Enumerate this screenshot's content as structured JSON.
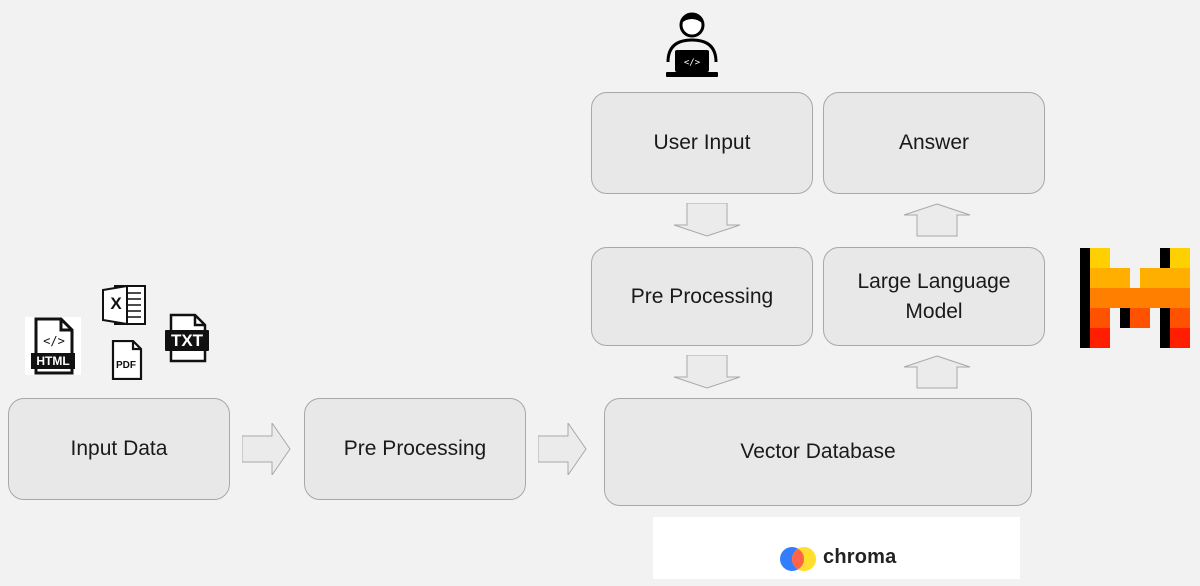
{
  "nodes": {
    "input_data": "Input Data",
    "pre_processing_left": "Pre Processing",
    "vector_database": "Vector Database",
    "user_input": "User Input",
    "pre_processing_right": "Pre Processing",
    "answer": "Answer",
    "llm": "Large Language\nModel"
  },
  "logos": {
    "chroma": "chroma"
  },
  "file_icons": {
    "html": "HTML",
    "xlsx": "X",
    "pdf": "PDF",
    "txt": "TXT"
  },
  "icons": [
    "developer-user-icon",
    "html-file-icon",
    "excel-file-icon",
    "pdf-file-icon",
    "txt-file-icon",
    "mistral-logo-icon",
    "chroma-logo-icon",
    "arrow-icon"
  ],
  "colors": {
    "box_fill": "#e8e8e8",
    "box_border": "#a8a8a8",
    "arrow_fill": "#ebebeb",
    "mistral_yellow": "#ffd000",
    "mistral_orange": "#ff7f00",
    "mistral_red": "#ff1f00",
    "chroma_blue": "#327eff",
    "chroma_yellow": "#ffde2d",
    "chroma_red": "#ff6446"
  }
}
